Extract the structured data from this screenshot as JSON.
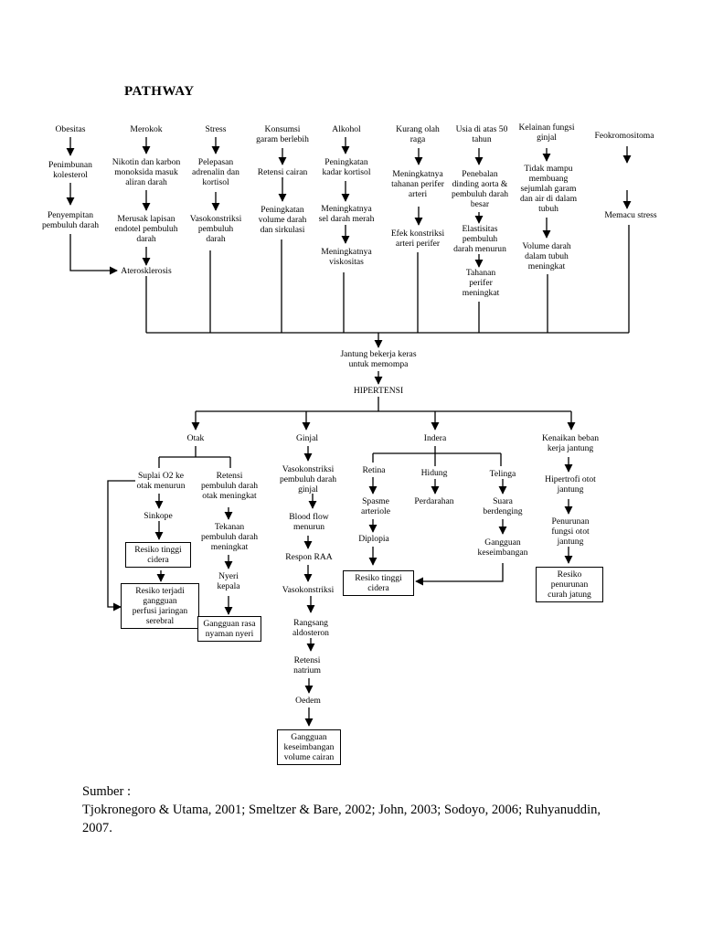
{
  "title": "PATHWAY",
  "causes": {
    "obesitas": {
      "label": "Obesitas",
      "step1": "Penimbunan\nkolesterol",
      "step2": "Penyempitan\npembuluh darah"
    },
    "merokok": {
      "label": "Merokok",
      "step1": "Nikotin dan karbon\nmonoksida masuk\naliran darah",
      "step2": "Merusak lapisan\nendotel pembuluh\ndarah",
      "step3": "Aterosklerosis"
    },
    "stress": {
      "label": "Stress",
      "step1": "Pelepasan\nadrenalin dan\nkortisol",
      "step2": "Vasokonstriksi\npembuluh\ndarah"
    },
    "garam": {
      "label": "Konsumsi\ngaram berlebih",
      "step1": "Retensi cairan",
      "step2": "Peningkatan\nvolume darah\ndan sirkulasi"
    },
    "alkohol": {
      "label": "Alkohol",
      "step1": "Peningkatan\nkadar kortisol",
      "step2": "Meningkatnya\nsel darah merah",
      "step3": "Meningkatnya\nviskositas"
    },
    "olahraga": {
      "label": "Kurang olah\nraga",
      "step1": "Meningkatnya\ntahanan perifer\narteri",
      "step2": "Efek konstriksi\narteri perifer"
    },
    "usia": {
      "label": "Usia di atas 50\ntahun",
      "step1": "Penebalan\ndinding aorta &\npembuluh darah\nbesar",
      "step2": "Elastisitas\npembuluh\ndarah menurun",
      "step3": "Tahanan\nperifer\nmeningkat"
    },
    "ginjal": {
      "label": "Kelainan fungsi\nginjal",
      "step1": "Tidak mampu\nmembuang\nsejumlah garam\ndan air di dalam\ntubuh",
      "step2": "Volume darah\ndalam tubuh\nmeningkat"
    },
    "feokromositoma": {
      "label": "Feokromositoma",
      "step1": "Memacu stress"
    }
  },
  "center": {
    "jantung": "Jantung bekerja keras\nuntuk memompa",
    "hipertensi": "HIPERTENSI"
  },
  "otak": {
    "label": "Otak",
    "suplai": "Suplai O2 ke\notak menurun",
    "sinkope": "Sinkope",
    "resiko_cidera": "Resiko tinggi\ncidera",
    "resiko_perfusi": "Resiko terjadi\ngangguan\nperfusi jaringan\nserebral",
    "retensi": "Retensi\npembuluh darah\notak meningkat",
    "tekanan": "Tekanan\npembuluh darah\nmeningkat",
    "nyeri": "Nyeri\nkepala",
    "gangguan_nyeri": "Gangguan rasa\nnyaman nyeri"
  },
  "ginjal_effects": {
    "label": "Ginjal",
    "vaso_ginjal": "Vasokonstriksi\npembuluh darah\nginjal",
    "blood_flow": "Blood flow\nmenurun",
    "respon_raa": "Respon RAA",
    "vaso": "Vasokonstriksi",
    "aldosteron": "Rangsang\naldosteron",
    "natrium": "Retensi\nnatrium",
    "oedem": "Oedem",
    "gangguan_cairan": "Gangguan\nkeseimbangan\nvolume cairan"
  },
  "indera": {
    "label": "Indera",
    "retina": "Retina",
    "spasme": "Spasme\narteriole",
    "diplopia": "Diplopia",
    "resiko_cidera": "Resiko tinggi\ncidera",
    "hidung": "Hidung",
    "perdarahan": "Perdarahan",
    "telinga": "Telinga",
    "suara": "Suara\nberdenging",
    "gangguan_keseimbangan": "Gangguan\nkeseimbangan"
  },
  "jantung_effects": {
    "label": "Kenaikan beban\nkerja jantung",
    "hipertrofi": "Hipertrofi otot\njantung",
    "penurunan": "Penurunan\nfungsi otot\njantung",
    "resiko": "Resiko\npenurunan\ncurah jatung"
  },
  "source": {
    "heading": "Sumber :",
    "text": "Tjokronegoro & Utama, 2001; Smeltzer & Bare, 2002; John, 2003; Sodoyo, 2006; Ruhyanuddin, 2007."
  }
}
